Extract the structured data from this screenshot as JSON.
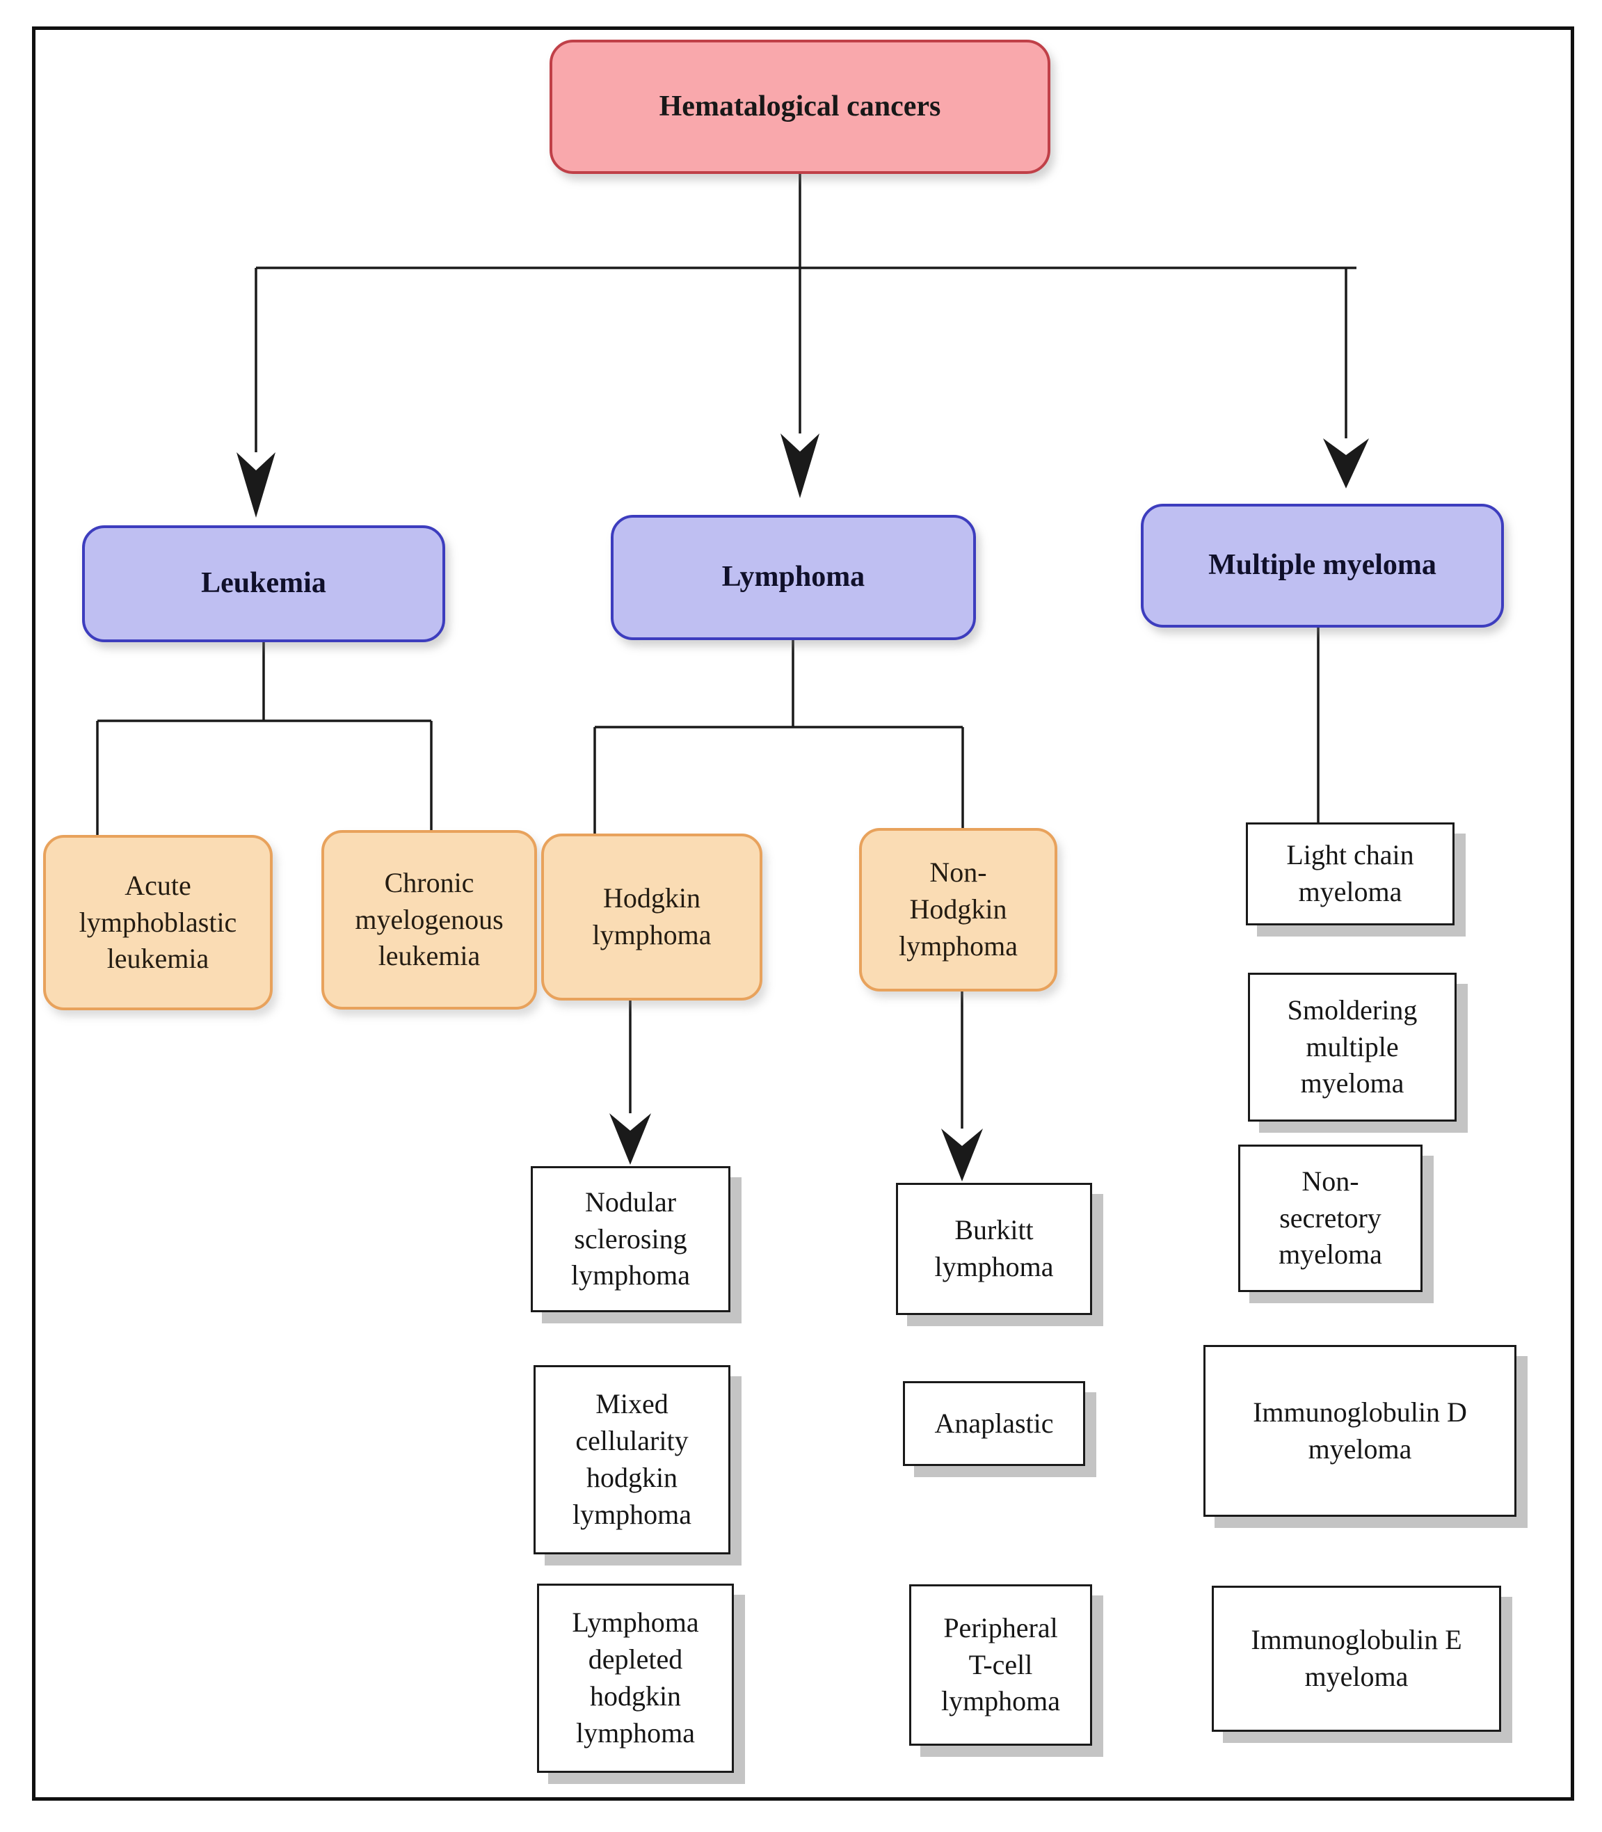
{
  "title": "Hematalogical cancers classification diagram",
  "nodes": {
    "root": "Hematalogical cancers",
    "leukemia": "Leukemia",
    "lymphoma": "Lymphoma",
    "myeloma": "Multiple myeloma",
    "acute_lymphoblastic": "Acute\nlymphoblastic\nleukemia",
    "chronic_myelogenous": "Chronic\nmyelogenous\nleukemia",
    "hodgkin": "Hodgkin\nlymphoma",
    "non_hodgkin": "Non-\nHodgkin\nlymphoma",
    "nodular_sclerosing": "Nodular\nsclerosing\nlymphoma",
    "mixed_cellularity": "Mixed\ncellularity\nhodgkin\nlymphoma",
    "lymphoma_depleted": "Lymphoma\ndepleted\nhodgkin\nlymphoma",
    "burkitt": "Burkitt\nlymphoma",
    "anaplastic": "Anaplastic",
    "peripheral_tcell": "Peripheral\nT-cell\nlymphoma",
    "light_chain": "Light chain\nmyeloma",
    "smoldering": "Smoldering\nmultiple\nmyeloma",
    "non_secretory": "Non-\nsecretory\nmyeloma",
    "immunoglobulin_d": "Immunoglobulin D\nmyeloma",
    "immunoglobulin_e": "Immunoglobulin E\nmyeloma"
  },
  "hierarchy": {
    "root": "Hematalogical cancers",
    "branches": [
      {
        "label": "Leukemia",
        "children": [
          "Acute lymphoblastic leukemia",
          "Chronic myelogenous leukemia"
        ]
      },
      {
        "label": "Lymphoma",
        "children": [
          "Hodgkin lymphoma",
          "Non-Hodgkin lymphoma"
        ],
        "hodgkin_subtypes": [
          "Nodular sclerosing lymphoma",
          "Mixed cellularity hodgkin lymphoma",
          "Lymphoma depleted hodgkin lymphoma"
        ],
        "non_hodgkin_subtypes": [
          "Burkitt lymphoma",
          "Anaplastic",
          "Peripheral T-cell lymphoma"
        ]
      },
      {
        "label": "Multiple myeloma",
        "children": [
          "Light chain myeloma",
          "Smoldering multiple myeloma",
          "Non-secretory myeloma",
          "Immunoglobulin D myeloma",
          "Immunoglobulin E myeloma"
        ]
      }
    ]
  },
  "colors": {
    "root_fill": "#f9a8ac",
    "root_border": "#c04048",
    "level1_fill": "#bfbff2",
    "level1_border": "#3d3dbe",
    "level2_fill": "#fadcb4",
    "level2_border": "#e8a25c",
    "leaf_fill": "#ffffff",
    "leaf_border": "#1a1a1a",
    "shadow": "#c4c4c4",
    "line": "#1a1a1a"
  }
}
